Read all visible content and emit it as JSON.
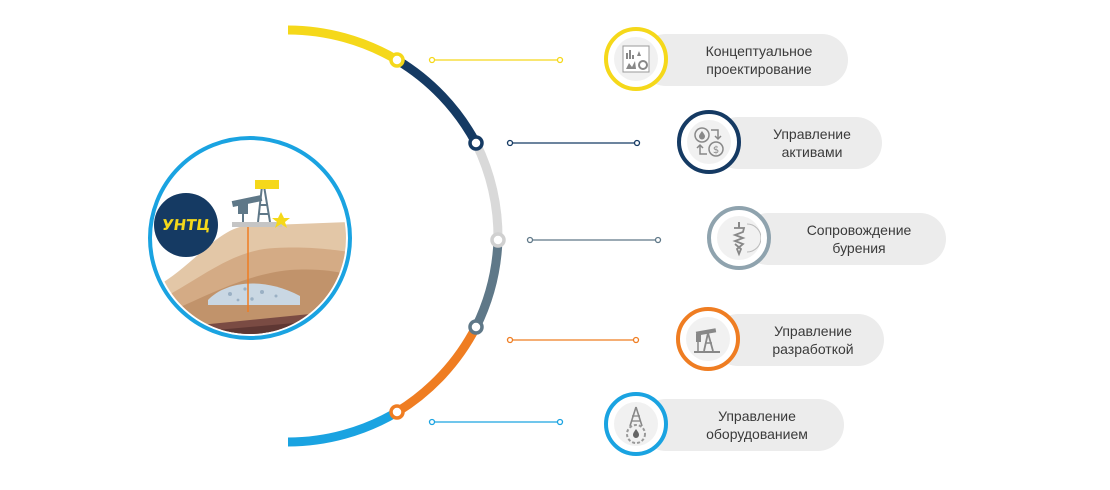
{
  "logo": {
    "text": "УНТЦ"
  },
  "colors": {
    "yellow": "#f5d81a",
    "navy": "#153a63",
    "light_gray": "#d6d6d6",
    "slate": "#5f7888",
    "orange": "#ef7d22",
    "blue": "#1aa3e1"
  },
  "items": [
    {
      "label_line1": "Концептуальное",
      "label_line2": "проектирование",
      "color": "#f5d81a",
      "icon": "charts-icon"
    },
    {
      "label_line1": "Управление",
      "label_line2": "активами",
      "color": "#153a63",
      "icon": "asset-exchange-icon"
    },
    {
      "label_line1": "Сопровождение",
      "label_line2": "бурения",
      "color": "#8fa3ae",
      "icon": "drill-bit-icon"
    },
    {
      "label_line1": "Управление",
      "label_line2": "разработкой",
      "color": "#ef7d22",
      "icon": "pump-jack-icon"
    },
    {
      "label_line1": "Управление",
      "label_line2": "оборудованием",
      "color": "#1aa3e1",
      "icon": "rig-gear-icon"
    }
  ]
}
